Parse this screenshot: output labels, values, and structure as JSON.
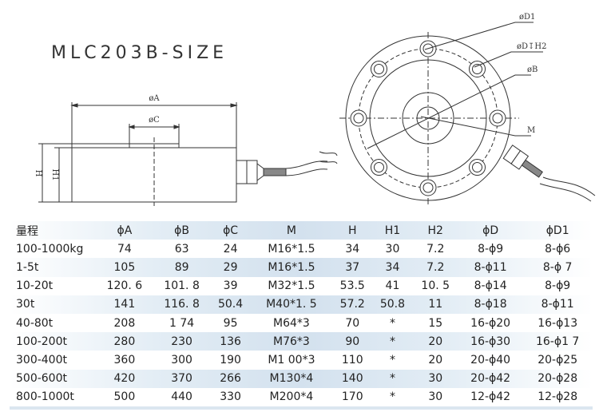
{
  "title": "MLC203B-SIZE",
  "drawing_labels": {
    "side_view": {
      "dia_a": "øA",
      "dia_c": "øC",
      "h": "H",
      "h1": "H1"
    },
    "top_view": {
      "dia_d1": "øD1",
      "dia_d_h2": "øD↧H2",
      "dia_b": "øB",
      "m": "M"
    }
  },
  "table": {
    "headers": [
      "量程",
      "ϕA",
      "ϕB",
      "ϕC",
      "M",
      "H",
      "H1",
      "H2",
      "ϕD",
      "ϕD1"
    ],
    "rows": [
      [
        "100-1000kg",
        "74",
        "63",
        "24",
        "M16*1.5",
        "34",
        "30",
        "7.2",
        "8-ϕ9",
        "8-ϕ6"
      ],
      [
        "1-5t",
        "105",
        "89",
        "29",
        "M16*1.5",
        "37",
        "34",
        "7.2",
        "8-ϕ11",
        "8-ϕ 7"
      ],
      [
        "10-20t",
        "120. 6",
        "101. 8",
        "39",
        "M32*1.5",
        "53.5",
        "41",
        "10. 5",
        "8-ϕ14",
        "8-ϕ9"
      ],
      [
        "30t",
        "141",
        "116. 8",
        "50.4",
        "M40*1. 5",
        "57.2",
        "50.8",
        "11",
        "8-ϕ18",
        "8-ϕ11"
      ],
      [
        "40-80t",
        "208",
        "1 74",
        "95",
        "M64*3",
        "70",
        "*",
        "15",
        "16-ϕ20",
        "16-ϕ13"
      ],
      [
        "100-200t",
        "280",
        "230",
        "136",
        "M76*3",
        "90",
        "*",
        "20",
        "16-ϕ30",
        "16-ϕ1 7"
      ],
      [
        "300-400t",
        "360",
        "300",
        "190",
        "M1 00*3",
        "110",
        "*",
        "20",
        "20-ϕ40",
        "20-ϕ25"
      ],
      [
        "500-600t",
        "420",
        "370",
        "266",
        "M130*4",
        "140",
        "*",
        "30",
        "20-ϕ42",
        "20-ϕ28"
      ],
      [
        "800-1000t",
        "500",
        "440",
        "330",
        "M200*4",
        "170",
        "*",
        "30",
        "12-ϕ42",
        "12-ϕ28"
      ]
    ]
  }
}
